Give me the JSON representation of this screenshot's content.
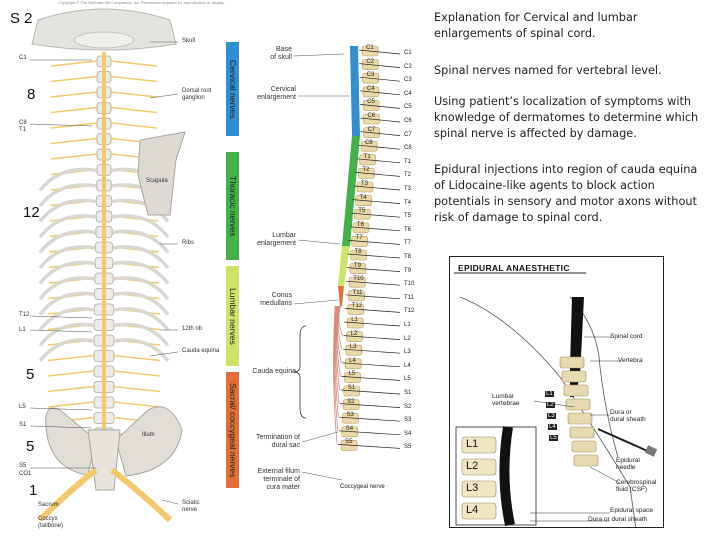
{
  "spine_figure": {
    "copyright": "Copyright © The McGraw-Hill Companies, Inc. Permission required for reproduction or display.",
    "counts": [
      "S 2",
      "8",
      "12",
      "5",
      "5",
      "1"
    ],
    "left_labels": [
      "C1",
      "C8",
      "T1",
      "T12",
      "L1",
      "L5",
      "S1",
      "S5",
      "CO1"
    ],
    "right_labels": {
      "skull": "Skull",
      "dorsal_root": "Dorsal root\nganglion",
      "scapula": "Scapula",
      "ribs": "Ribs",
      "twelfth_rib": "12th rib",
      "cauda_equina": "Cauda equina",
      "ilium": "Ilium",
      "sacrum": "Sacrum",
      "coccyx": "Coccyx\n(tailbone)",
      "sciatic": "Sciatic\nnerve"
    }
  },
  "nerve_figure": {
    "left_labels": {
      "base_of_skull": "Base\nof skull",
      "cervical_enlargement": "Cervical\nenlargement",
      "lumbar_enlargement": "Lumbar\nenlargement",
      "conus": "Conus\nmedullaris",
      "cauda": "Cauda equina",
      "termination": "Termination of\ndural sac",
      "filum": "External filum\nterminale of\ncura mater"
    },
    "bands": [
      {
        "label": "Cervical nerves",
        "color": "#2f8fcf"
      },
      {
        "label": "Thoracic nerves",
        "color": "#44b04a"
      },
      {
        "label": "Lumbar nerves",
        "color": "#cde36a"
      },
      {
        "label": "Sacral/ coccygeal nerves",
        "color": "#e2703a"
      }
    ],
    "inner_labels": [
      "C1",
      "C2",
      "C3",
      "C4",
      "C5",
      "C6",
      "C7",
      "C8",
      "T1",
      "T2",
      "T3",
      "T4",
      "T5",
      "T6",
      "T7",
      "T8",
      "T9",
      "T10",
      "T11",
      "T12",
      "L1",
      "L2",
      "L3",
      "L4",
      "L5",
      "S1",
      "S2",
      "S3",
      "S4",
      "S5"
    ],
    "outer_labels": [
      "C1",
      "C2",
      "C3",
      "C4",
      "C5",
      "C6",
      "C7",
      "C8",
      "T1",
      "T2",
      "T3",
      "T4",
      "T5",
      "T6",
      "T7",
      "T8",
      "T9",
      "T10",
      "T11",
      "T12",
      "L1",
      "L2",
      "L3",
      "L4",
      "L5",
      "S1",
      "S2",
      "S3",
      "S4",
      "S5"
    ],
    "coccygeal": "Coccygeal nerve"
  },
  "text": {
    "p1": "Explanation for Cervical and lumbar enlargements of spinal cord.",
    "p2": "Spinal nerves named for vertebral level.",
    "p3": "Using patient’s localization of symptoms with knowledge of dermatomes to determine which spinal nerve is affected by damage.",
    "p4": "Epidural injections into region of cauda equina of Lidocaine-like agents to block action potentials in sensory and motor axons without risk of damage to spinal cord."
  },
  "epidural": {
    "title": "EPIDURAL ANAESTHETIC",
    "labels": {
      "spinal_cord": "Spinal cord",
      "vertebra": "Vertebra",
      "lumbar_vertebrae": "Lumbar\nvertebrae",
      "dura": "Dura or\ndural sheath",
      "needle": "Epidural\nneedle",
      "csf": "Cerebrospinal\nfluid (CSF)",
      "space": "Epidural space",
      "dura2": "Dura or dural sheath"
    },
    "small_boxes": [
      "L1",
      "L2",
      "L3",
      "L4",
      "L5"
    ],
    "large_boxes": [
      "L1",
      "L2",
      "L3",
      "L4"
    ]
  }
}
